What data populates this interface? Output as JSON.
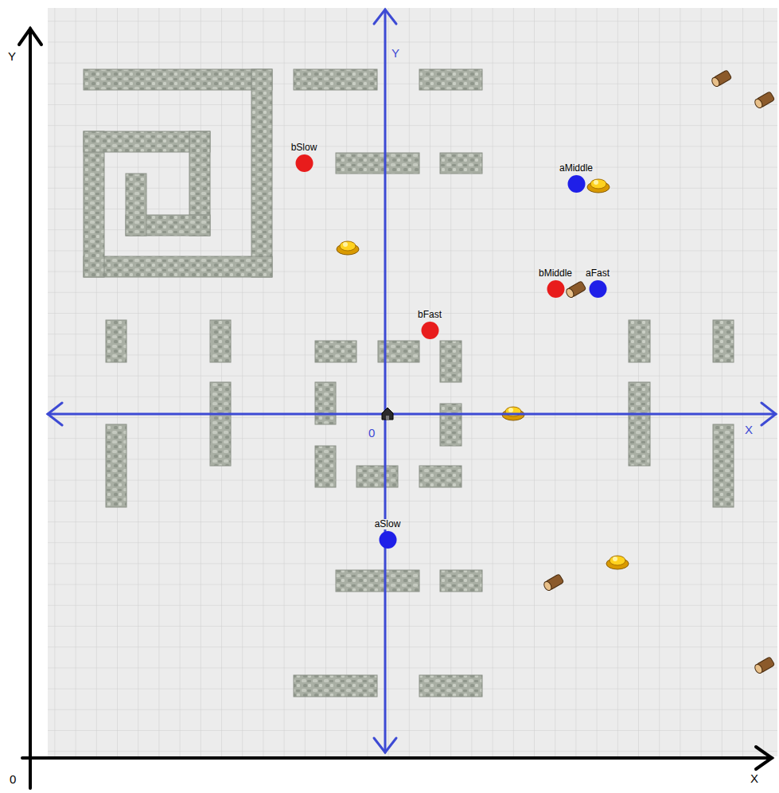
{
  "diagram": {
    "nodes": [
      {
        "text": [
          "bSlow"
        ]
      },
      {
        "text": [
          "aMiddle"
        ]
      },
      {
        "text": [
          "bMiddle"
        ]
      },
      {
        "text": [
          "aFast"
        ]
      },
      {
        "text": [
          "bFast"
        ]
      },
      {
        "text": [
          "aSlow"
        ]
      }
    ],
    "labels": [
      "Y",
      "Y",
      "0",
      "X",
      "0",
      "X"
    ]
  }
}
